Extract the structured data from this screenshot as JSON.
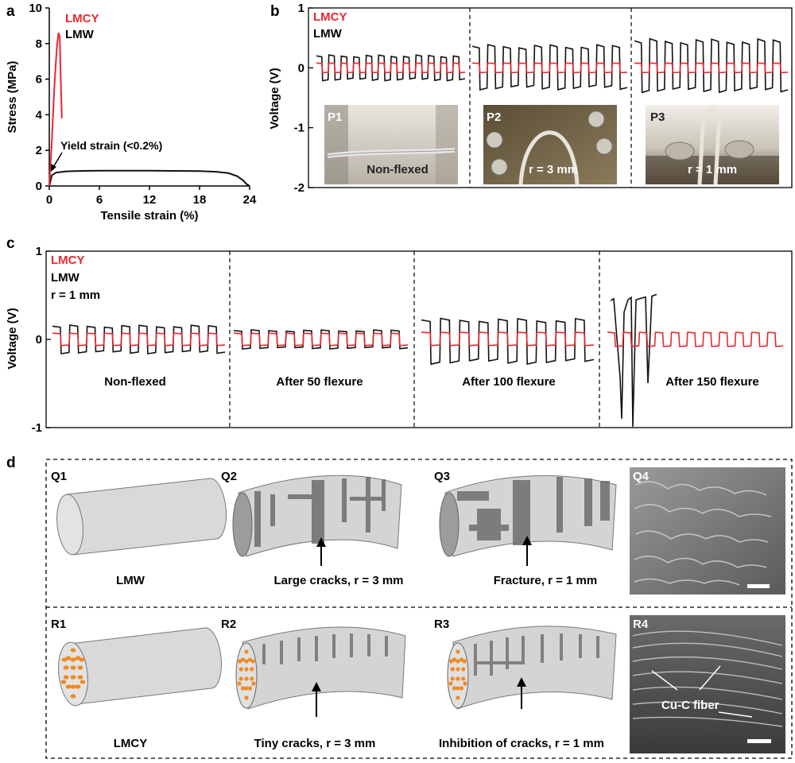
{
  "colors": {
    "lmcy": "#e8282e",
    "lmw": "#111111",
    "orange": "#f08a24",
    "rod": "#d9d9d9"
  },
  "panel_labels": {
    "a": "a",
    "b": "b",
    "c": "c",
    "d": "d"
  },
  "panel_a": {
    "ylabel": "Stress (MPa)",
    "xlabel": "Tensile strain (%)",
    "x_ticks": [
      "0",
      "6",
      "12",
      "18",
      "24"
    ],
    "y_ticks": [
      "0",
      "2",
      "4",
      "6",
      "8",
      "10"
    ],
    "legend": {
      "lmcy": "LMCY",
      "lmw": "LMW"
    },
    "annotation": "Yield strain (<0.2%)"
  },
  "panel_b": {
    "ylabel": "Voltage (V)",
    "y_ticks": [
      "1",
      "0",
      "-1",
      "-2"
    ],
    "legend": {
      "lmcy": "LMCY",
      "lmw": "LMW"
    },
    "photos": [
      {
        "tag": "P1",
        "caption": "Non-flexed"
      },
      {
        "tag": "P2",
        "caption": "r = 3 mm"
      },
      {
        "tag": "P3",
        "caption": "r = 1 mm"
      }
    ]
  },
  "panel_c": {
    "ylabel": "Voltage (V)",
    "y_ticks": [
      "1",
      "0",
      "-1"
    ],
    "legend": {
      "lmcy": "LMCY",
      "lmw": "LMW",
      "radius": "r = 1 mm"
    },
    "segments": [
      "Non-flexed",
      "After 50 flexure",
      "After 100 flexure",
      "After 150 flexure"
    ]
  },
  "panel_d": {
    "q": [
      {
        "tag": "Q1",
        "caption": "LMW"
      },
      {
        "tag": "Q2",
        "caption": "Large cracks, r = 3 mm"
      },
      {
        "tag": "Q3",
        "caption": "Fracture, r = 1 mm"
      },
      {
        "tag": "Q4",
        "caption": ""
      }
    ],
    "r": [
      {
        "tag": "R1",
        "caption": "LMCY"
      },
      {
        "tag": "R2",
        "caption": "Tiny cracks, r = 3 mm"
      },
      {
        "tag": "R3",
        "caption": "Inhibition of cracks, r = 1 mm"
      },
      {
        "tag": "R4",
        "caption": ""
      }
    ],
    "r4_label": "Cu-C fiber"
  },
  "chart_data": [
    {
      "type": "line",
      "panel": "a",
      "xlabel": "Tensile strain (%)",
      "ylabel": "Stress (MPa)",
      "xlim": [
        0,
        24
      ],
      "ylim": [
        0,
        10
      ],
      "series": [
        {
          "name": "LMCY",
          "x": [
            0,
            0.3,
            0.6,
            0.9,
            1.1,
            1.25,
            1.4,
            1.5
          ],
          "y": [
            0,
            2.5,
            5.5,
            7.8,
            8.6,
            8.4,
            5.5,
            3.8
          ]
        },
        {
          "name": "LMW",
          "x": [
            0,
            0.3,
            0.8,
            2,
            4,
            6,
            9,
            12,
            15,
            18,
            20,
            21.5,
            22.5,
            23.2,
            23.6,
            24
          ],
          "y": [
            0,
            0.6,
            0.75,
            0.82,
            0.85,
            0.86,
            0.86,
            0.86,
            0.85,
            0.84,
            0.8,
            0.72,
            0.55,
            0.32,
            0.12,
            0
          ]
        }
      ]
    },
    {
      "type": "line",
      "panel": "b",
      "ylabel": "Voltage (V)",
      "ylim": [
        -2,
        1
      ],
      "segments": [
        "Non-flexed",
        "r = 3 mm",
        "r = 1 mm"
      ],
      "cycles_per_segment": [
        12,
        10,
        10
      ],
      "series": [
        {
          "name": "LMCY",
          "high_V": [
            0.08,
            0.08,
            0.08
          ],
          "low_V": [
            -0.08,
            -0.08,
            -0.08
          ]
        },
        {
          "name": "LMW",
          "high_V": [
            0.2,
            0.36,
            0.45
          ],
          "low_V": [
            -0.2,
            -0.34,
            -0.38
          ]
        }
      ]
    },
    {
      "type": "line",
      "panel": "c",
      "ylabel": "Voltage (V)",
      "ylim": [
        -1,
        1
      ],
      "segments": [
        "Non-flexed",
        "After 50 flexure",
        "After 100 flexure",
        "After 150 flexure"
      ],
      "cycles_per_segment": [
        10,
        10,
        9,
        11
      ],
      "series": [
        {
          "name": "LMCY",
          "high_V": [
            0.07,
            0.07,
            0.08,
            0.08
          ],
          "low_V": [
            -0.07,
            -0.07,
            -0.07,
            -0.08
          ]
        },
        {
          "name": "LMW",
          "high_V": [
            0.15,
            0.1,
            0.22,
            0.5
          ],
          "low_V": [
            -0.15,
            -0.1,
            -0.26,
            -0.9
          ]
        }
      ]
    }
  ]
}
